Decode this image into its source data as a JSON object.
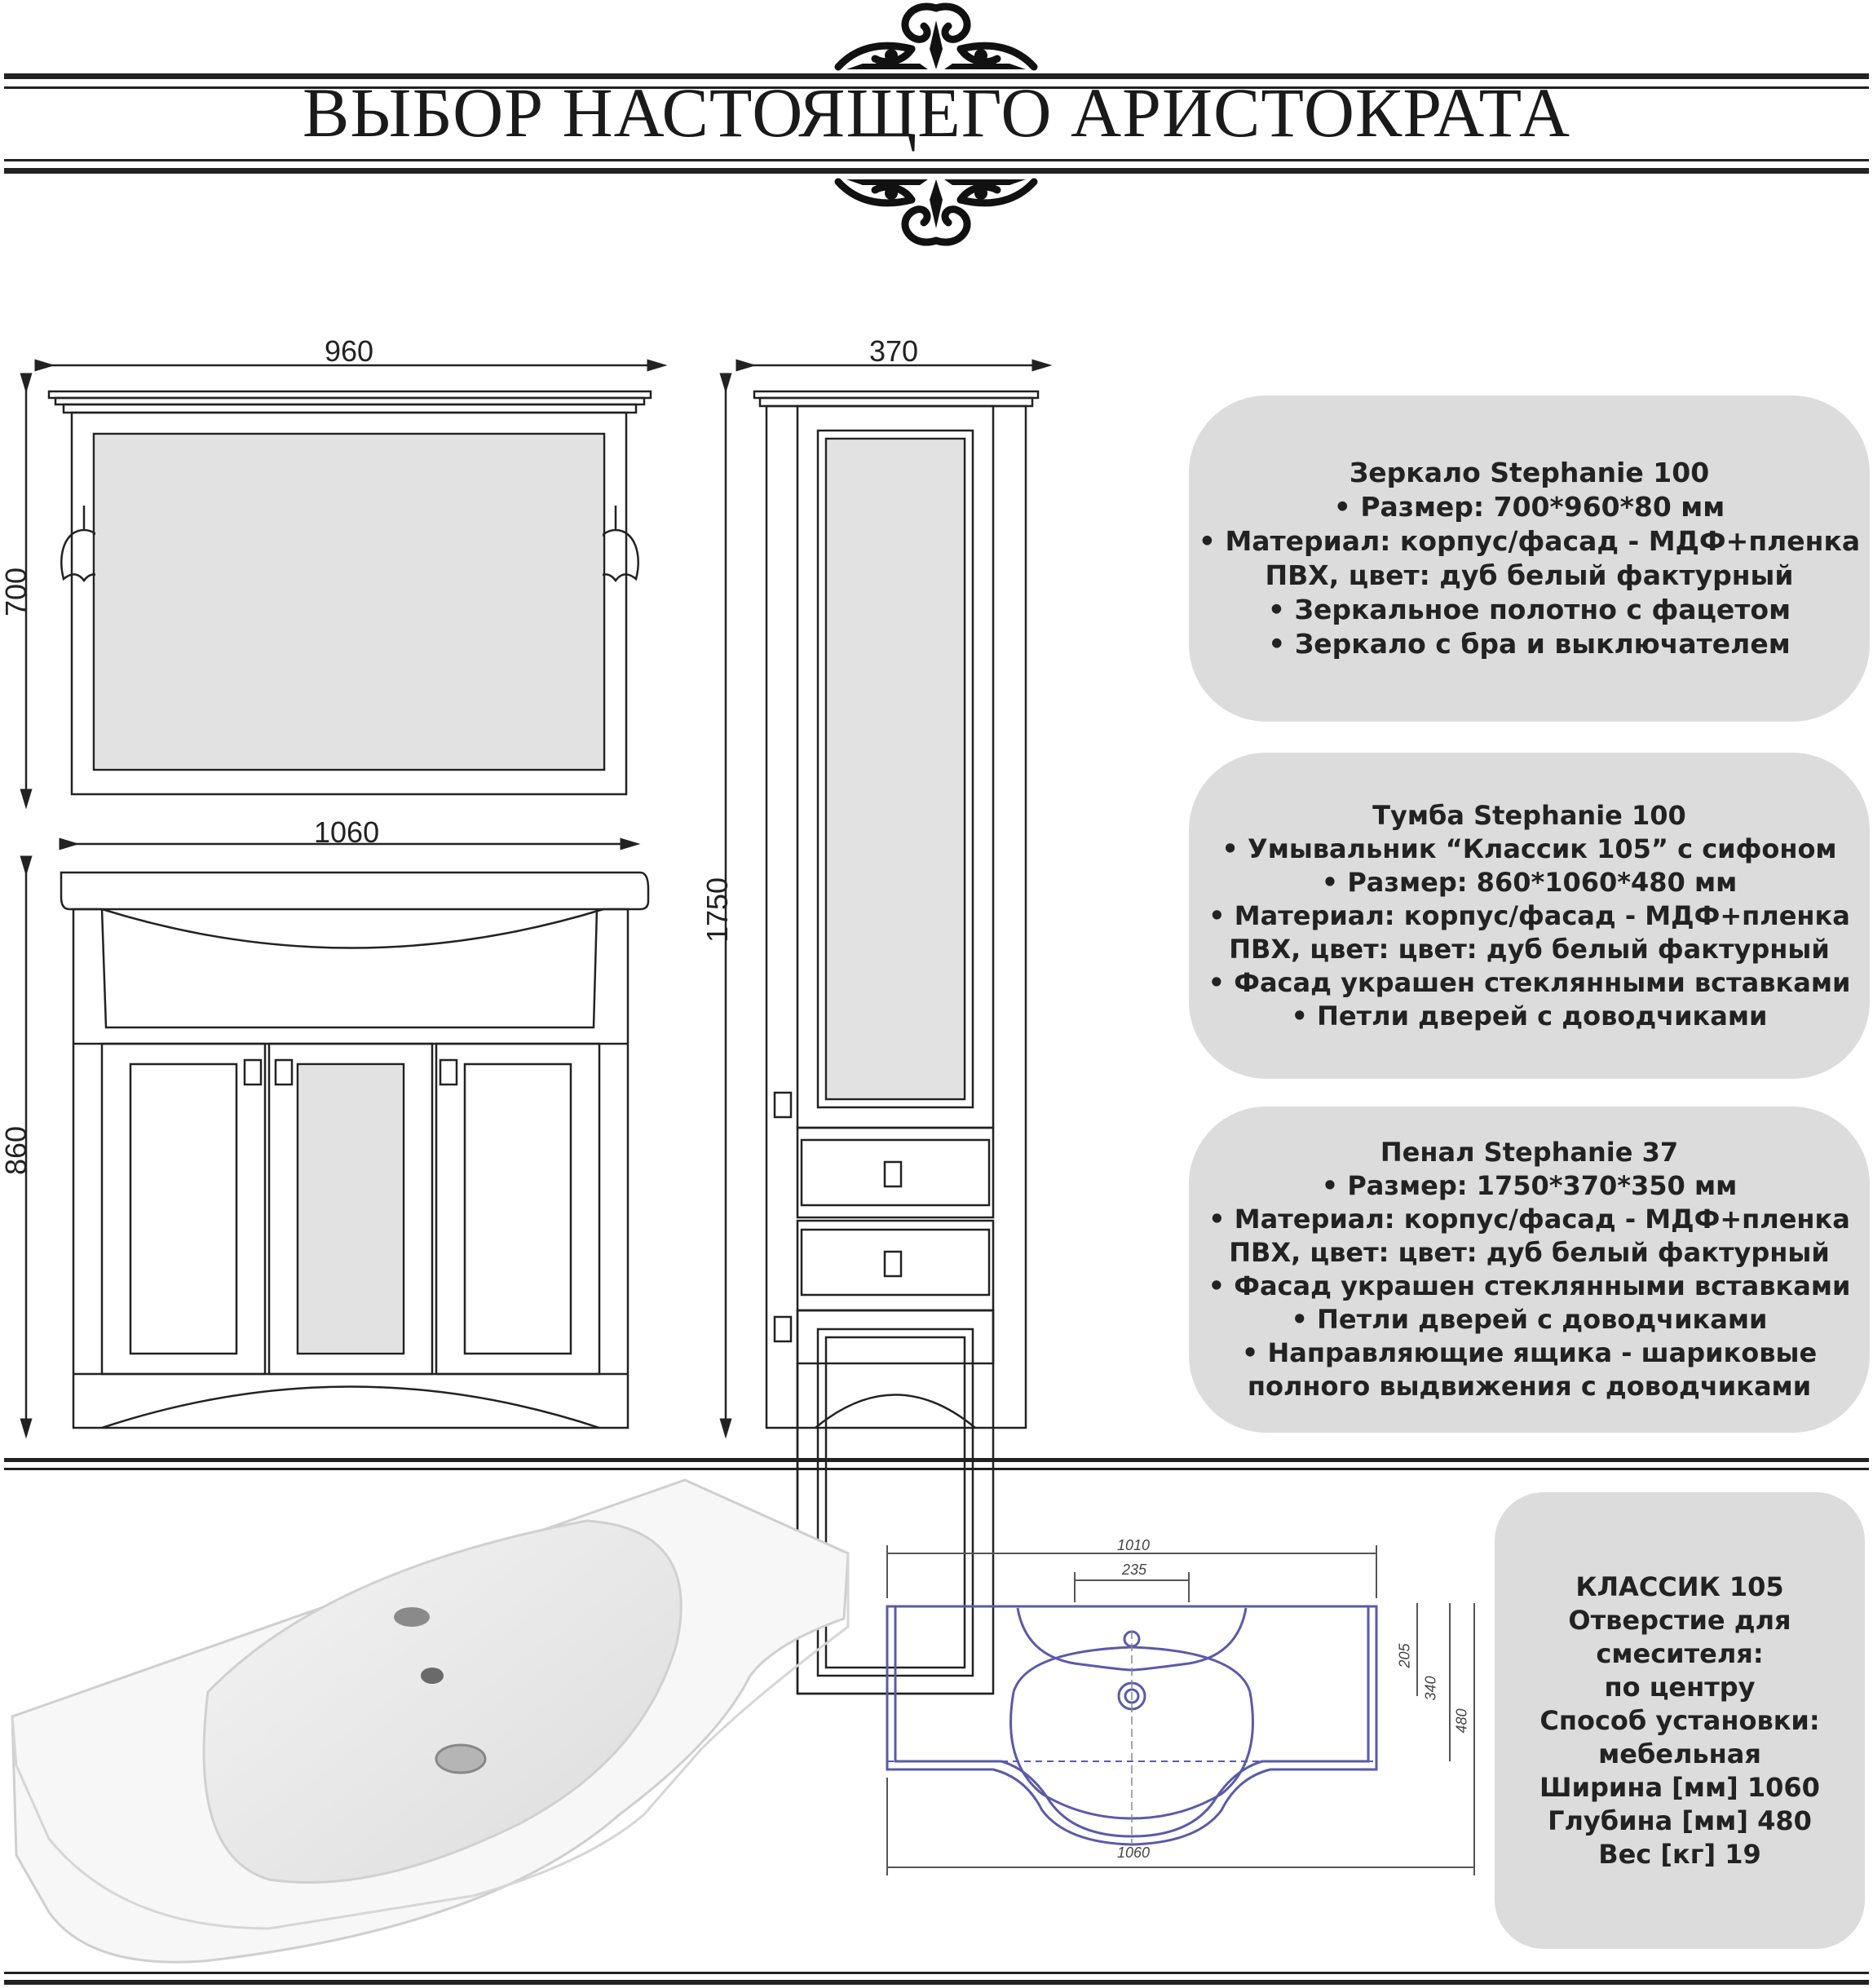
{
  "header": {
    "title": "ВЫБОР НАСТОЯЩЕГО АРИСТОКРАТА"
  },
  "dimensions": {
    "mirror_width": "960",
    "mirror_height": "700",
    "cabinet_width": "1060",
    "cabinet_height": "860",
    "tall_width": "370",
    "tall_height": "1750"
  },
  "cards": [
    {
      "lines": [
        "Зеркало Stephanie 100",
        "• Размер: 700*960*80 мм",
        "• Материал: корпус/фасад - МДФ+пленка",
        "ПВХ, цвет: дуб белый фактурный",
        "• Зеркальное полотно с фацетом",
        "• Зеркало с бра и выключателем"
      ]
    },
    {
      "lines": [
        "Тумба Stephanie 100",
        "• Умывальник “Классик 105” с сифоном",
        "• Размер: 860*1060*480 мм",
        "• Материал: корпус/фасад - МДФ+пленка",
        "ПВХ, цвет: цвет: дуб белый фактурный",
        "• Фасад украшен стеклянными вставками",
        "• Петли дверей с доводчиками"
      ]
    },
    {
      "lines": [
        "Пенал Stephanie 37",
        "• Размер: 1750*370*350 мм",
        "• Материал: корпус/фасад - МДФ+пленка",
        "ПВХ, цвет: цвет: дуб белый фактурный",
        "• Фасад украшен стеклянными вставками",
        "• Петли дверей с доводчиками",
        "• Направляющие ящика - шариковые",
        "полного выдвижения с доводчиками"
      ]
    }
  ],
  "sink_drawing": {
    "w_total": "1010",
    "w_center": "235",
    "d1": "205",
    "d2": "340",
    "d3": "480",
    "w_bottom": "1060"
  },
  "sink_card": {
    "lines": [
      "КЛАССИК 105",
      "Отверстие для",
      "смесителя:",
      "по центру",
      "Способ установки:",
      "мебельная",
      "Ширина [мм] 1060",
      "Глубина [мм] 480",
      "Вес [кг] 19"
    ]
  }
}
